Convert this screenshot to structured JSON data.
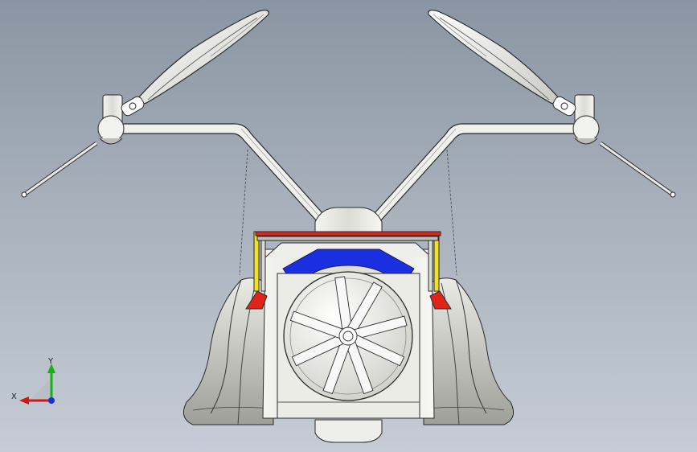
{
  "viewport": {
    "view_orientation": "front",
    "background_colors": [
      "#8a95a3",
      "#c5ccd5"
    ]
  },
  "model": {
    "icon": "ornithopter-drone-model",
    "colors": {
      "body": "#f2f2ef",
      "shadow": "#a9aba4",
      "edge": "#2a2a2a",
      "accent_blue": "#1a2fe0",
      "accent_red": "#e0241a",
      "accent_yellow": "#f0e22a"
    }
  },
  "triad": {
    "x_label": "X",
    "y_label": "Y",
    "colors": {
      "x": "#d01818",
      "y": "#18b018",
      "z": "#1830d8"
    }
  }
}
